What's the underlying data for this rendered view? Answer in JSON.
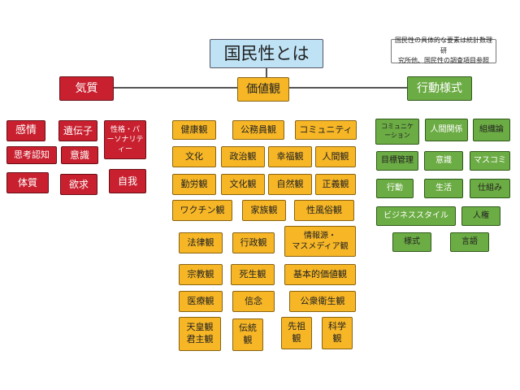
{
  "root": "国民性とは",
  "note": "国民性の具体的な要素は統計数理研\n究所他、国民性の調査項目参照",
  "categories": {
    "kishitsu": "気質",
    "kachikan": "価値観",
    "kodo": "行動様式"
  },
  "kishitsu_items": [
    "感情",
    "遺伝子",
    "性格・パ\nーソナリテ\nィー",
    "思考認知",
    "意識",
    "体質",
    "欲求",
    "自我"
  ],
  "kachikan_items": [
    "健康観",
    "公務員観",
    "コミュニティ",
    "文化",
    "政治観",
    "幸福観",
    "人間観",
    "勤労観",
    "文化観",
    "自然観",
    "正義観",
    "ワクチン観",
    "家族観",
    "性風俗観",
    "法律観",
    "行政観",
    "情報源・\nマスメディア観",
    "宗教観",
    "死生観",
    "基本的価値観",
    "医療観",
    "信念",
    "公衆衛生観",
    "天皇観\n君主観",
    "伝統\n観",
    "先祖\n観",
    "科学\n観"
  ],
  "kodo_items": [
    "コミュニケ\nーション",
    "人間関係",
    "組織論",
    "目標管理",
    "意識",
    "マスコミ",
    "行動",
    "生活",
    "仕組み",
    "ビジネススタイル",
    "人権",
    "様式",
    "言語"
  ]
}
